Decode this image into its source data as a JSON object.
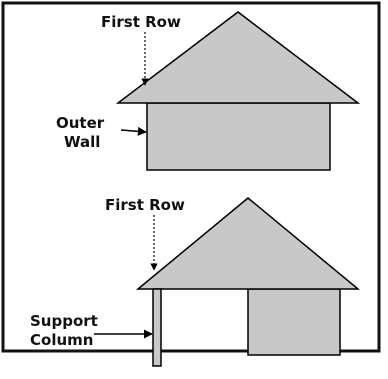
{
  "diagram": {
    "top": {
      "pointer_label": "First Row",
      "wall_label_line1": "Outer",
      "wall_label_line2": "Wall"
    },
    "bottom": {
      "pointer_label": "First Row",
      "column_label_line1": "Support",
      "column_label_line2": "Column"
    }
  },
  "colors": {
    "roof_fill": "#c8c8c8",
    "wall_fill": "#c8c8c8",
    "outline": "#000000",
    "border": "#111111"
  }
}
